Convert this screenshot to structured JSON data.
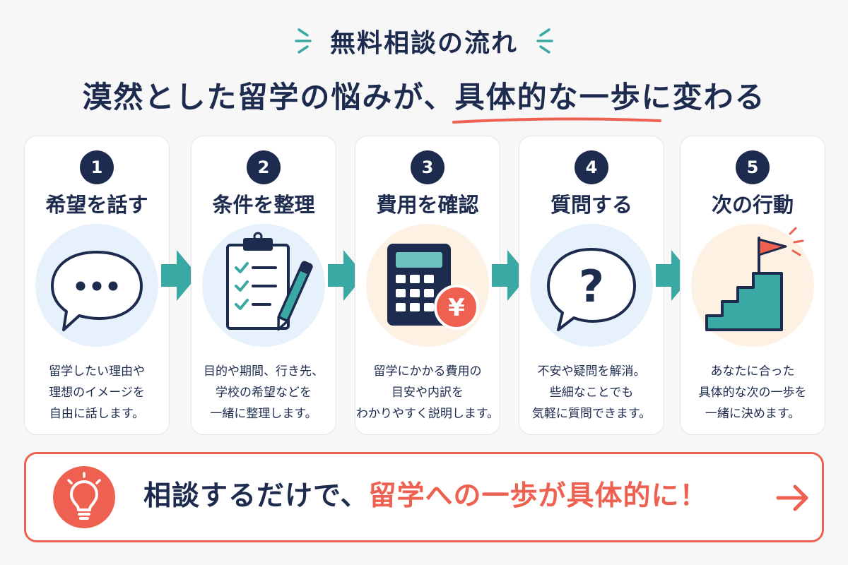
{
  "header": {
    "kicker": "無料相談の流れ",
    "headline_before": "漠然とした留学の悩みが、",
    "headline_highlight": "具体的な一歩",
    "headline_after": "に変わる"
  },
  "steps": [
    {
      "number": "1",
      "title": "希望を話す",
      "icon": "speech-bubble-dots-icon",
      "desc": [
        "留学したい理由や",
        "理想のイメージを",
        "自由に話します。"
      ]
    },
    {
      "number": "2",
      "title": "条件を整理",
      "icon": "clipboard-checklist-icon",
      "desc": [
        "目的や期間、行き先、",
        "学校の希望などを",
        "一緒に整理します。"
      ]
    },
    {
      "number": "3",
      "title": "費用を確認",
      "icon": "calculator-yen-icon",
      "yen_symbol": "¥",
      "desc": [
        "留学にかかる費用の",
        "目安や内訳を",
        "わかりやすく説明します。"
      ]
    },
    {
      "number": "4",
      "title": "質問する",
      "icon": "question-bubble-icon",
      "question_mark": "?",
      "desc": [
        "不安や疑問を解消。",
        "些細なことでも",
        "気軽に質問できます。"
      ]
    },
    {
      "number": "5",
      "title": "次の行動",
      "icon": "stairs-flag-icon",
      "desc": [
        "あなたに合った",
        "具体的な次の一歩を",
        "一緒に決めます。"
      ]
    }
  ],
  "banner": {
    "lead": "相談するだけで、",
    "accent": "留学への一歩が具体的に！",
    "icon": "lightbulb-icon",
    "arrow_icon": "arrow-right-icon"
  },
  "colors": {
    "navy": "#1d2b4f",
    "teal": "#3aa9a3",
    "coral": "#ee6151",
    "blue_tint": "#e6f1fb",
    "peach_tint": "#fdf1e4"
  }
}
